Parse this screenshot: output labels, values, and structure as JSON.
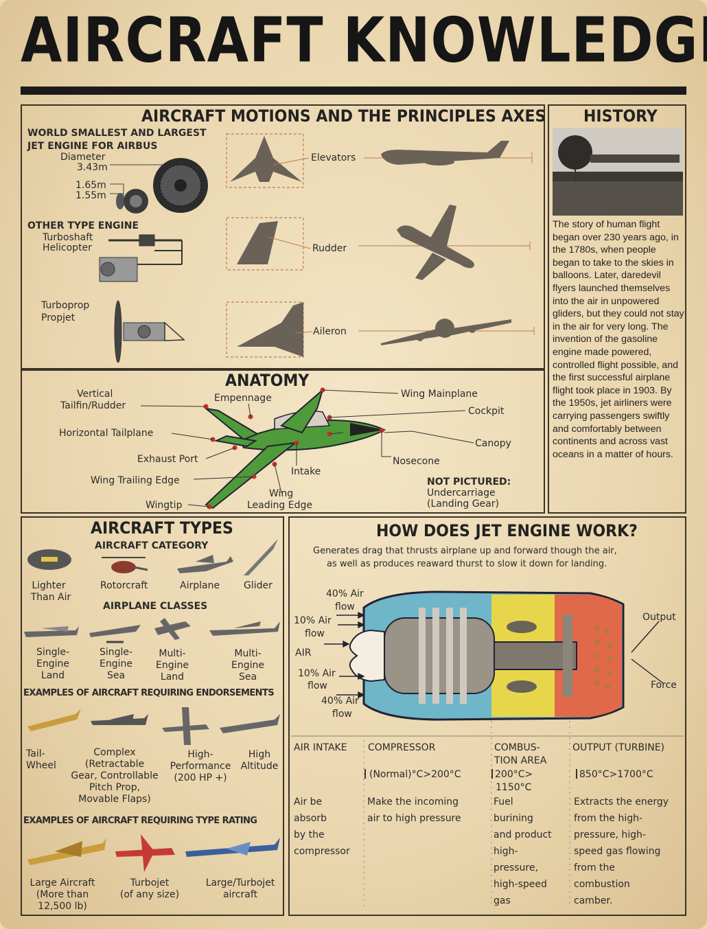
{
  "title": "AIRCRAFT KNOWLEDGE",
  "motions": {
    "heading": "AIRCRAFT MOTIONS AND THE PRINCIPLES AXES",
    "engine_title_1": "WORLD SMALLEST AND LARGEST",
    "engine_title_2": "JET ENGINE FOR AIRBUS",
    "diameter": "Diameter",
    "d1": "3.43m",
    "d2": "1.65m",
    "d3": "1.55m",
    "other_type": "OTHER TYPE ENGINE",
    "turboshaft": "Turboshaft",
    "helicopter": "Helicopter",
    "turboprop": "Turboprop",
    "propjet": "Propjet",
    "elevators": "Elevators",
    "rudder": "Rudder",
    "aileron": "Aileron"
  },
  "history": {
    "heading": "HISTORY",
    "text": "The story of human flight began over 230 years ago, in the 1780s, when people began to take to the skies in balloons. Later, daredevil flyers launched themselves into the air in unpowered gliders, but they could not stay in the air for very long. The invention of the gasoline engine made powered, controlled flight possible, and the first successful airplane flight took place in 1903. By the 1950s, jet airliners were carrying passengers swiftly and comfortably between continents and across vast oceans in a matter of hours."
  },
  "anatomy": {
    "heading": "ANATOMY",
    "vertical": "Vertical",
    "tailfin": "Tailfin/Rudder",
    "empennage": "Empennage",
    "horizontal": "Horizontal Tailplane",
    "exhaust": "Exhaust Port",
    "trailing": "Wing Trailing Edge",
    "wingtip": "Wingtip",
    "wing": "Wing",
    "leading": "Leading Edge",
    "intake": "Intake",
    "mainplane": "Wing Mainplane",
    "cockpit": "Cockpit",
    "canopy": "Canopy",
    "nosecone": "Nosecone",
    "not_pictured": "NOT PICTURED:",
    "undercarriage": "Undercarriage",
    "landing_gear": "(Landing Gear)"
  },
  "types": {
    "heading": "AIRCRAFT TYPES",
    "category": "AIRCRAFT CATEGORY",
    "lighter_1": "Lighter",
    "lighter_2": "Than Air",
    "rotorcraft": "Rotorcraft",
    "airplane": "Airplane",
    "glider": "Glider",
    "classes": "AIRPLANE CLASSES",
    "c1": [
      "Single-",
      "Engine",
      "Land"
    ],
    "c2": [
      "Single-",
      "Engine",
      "Sea"
    ],
    "c3": [
      "Multi-",
      "Engine",
      "Land"
    ],
    "c4": [
      "Multi-",
      "Engine",
      "Sea"
    ],
    "endorse": "EXAMPLES OF AIRCRAFT REQUIRING ENDORSEMENTS",
    "e1": [
      "Tail-",
      "Wheel"
    ],
    "e2": [
      "Complex",
      "(Retractable",
      "Gear, Controllable",
      "Pitch Prop,",
      "Movable Flaps)"
    ],
    "e3": [
      "High-",
      "Performance",
      "(200 HP +)"
    ],
    "e4": [
      "High",
      "Altitude"
    ],
    "rating": "EXAMPLES OF AIRCRAFT REQUIRING TYPE RATING",
    "r1": [
      "Large Aircraft",
      "(More than",
      "12,500 lb)"
    ],
    "r2": [
      "Turbojet",
      "(of any size)"
    ],
    "r3": [
      "Large/Turbojet",
      "aircraft"
    ]
  },
  "jet": {
    "heading": "HOW DOES JET ENGINE WORK?",
    "sub1": "Generates drag that thrusts airplane up and forward though the air,",
    "sub2": "as well as produces reaward thurst to slow it down for landing.",
    "a40_1": "40% Air",
    "flow": "flow",
    "a10_1": "10% Air",
    "flow2": "flow",
    "air": "AIR",
    "a10_2": "10% Air",
    "flow3": "flow",
    "a40_2": "40% Air",
    "flow4": "flow",
    "output": "Output",
    "force": "Force",
    "col1_head": "AIR INTAKE",
    "col2_head": "COMPRESSOR",
    "col3_head": [
      "COMBUS-",
      "TION AREA"
    ],
    "col4_head": "OUTPUT (TURBINE)",
    "col2_temp": "(Normal)°C>200°C",
    "col3_temp": [
      "200°C>",
      "1150°C"
    ],
    "col4_temp": "850°C>1700°C",
    "col1_body": [
      "Air be",
      "absorb",
      "by the",
      "compressor"
    ],
    "col2_body": [
      "Make the incoming",
      "air to high pressure"
    ],
    "col3_body": [
      "Fuel",
      "burining",
      "and product",
      "high-",
      "pressure,",
      "high-speed",
      "gas"
    ],
    "col4_body": [
      "Extracts the energy",
      "from the high-",
      "pressure, high-",
      "speed gas flowing",
      "from the",
      "combustion",
      "camber."
    ]
  },
  "colors": {
    "ink": "#222222",
    "paper": "#ead6ae",
    "intake_blue": "#6fb6c9",
    "combustion_yellow": "#e8d64a",
    "turbine_red": "#e0694a",
    "plane_green": "#4f9a3a"
  }
}
